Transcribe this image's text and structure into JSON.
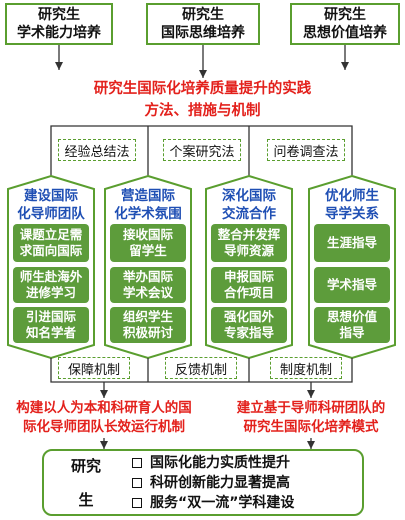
{
  "colors": {
    "green_border": "#5a9e2f",
    "green_fill": "#5d9c3b",
    "title_blue": "#1f4fb4",
    "accent_red": "#e3211c",
    "line": "#333333"
  },
  "goals": [
    {
      "line1": "研究生",
      "line2": "学术能力培养"
    },
    {
      "line1": "研究生",
      "line2": "国际思维培养"
    },
    {
      "line1": "研究生",
      "line2": "思想价值培养"
    }
  ],
  "practice_title": {
    "line1": "研究生国际化培养质量提升的实践",
    "line2": "方法、措施与机制"
  },
  "methods": [
    "经验总结法",
    "个案研究法",
    "问卷调查法"
  ],
  "columns": [
    {
      "title": {
        "line1": "建设国际",
        "line2": "化导师团队"
      },
      "items": [
        {
          "line1": "课题立足需",
          "line2": "求面向国际"
        },
        {
          "line1": "师生赴海外",
          "line2": "进修学习"
        },
        {
          "line1": "引进国际",
          "line2": "知名学者"
        }
      ]
    },
    {
      "title": {
        "line1": "营造国际",
        "line2": "化学术氛围"
      },
      "items": [
        {
          "line1": "接收国际",
          "line2": "留学生"
        },
        {
          "line1": "举办国际",
          "line2": "学术会议"
        },
        {
          "line1": "组织学生",
          "line2": "积极研讨"
        }
      ]
    },
    {
      "title": {
        "line1": "深化国际",
        "line2": "交流合作"
      },
      "items": [
        {
          "line1": "整合并发挥",
          "line2": "导师资源"
        },
        {
          "line1": "申报国际",
          "line2": "合作项目"
        },
        {
          "line1": "强化国外",
          "line2": "专家指导"
        }
      ]
    },
    {
      "title": {
        "line1": "优化师生",
        "line2": "导学关系"
      },
      "items": [
        {
          "line1": "生涯指导"
        },
        {
          "line1": "学术指导"
        },
        {
          "line1": "思想价值",
          "line2": "指导"
        }
      ]
    }
  ],
  "mechanisms": [
    "保障机制",
    "反馈机制",
    "制度机制"
  ],
  "outcome_left": {
    "line1": "构建以人为本和科研育人的国",
    "line2": "际化导师团队长效运行机制"
  },
  "outcome_right": {
    "line1": "建立基于导师科研团队的",
    "line2": "研究生国际化培养模式"
  },
  "result": {
    "label_line1": "研究",
    "label_line2": "生",
    "items": [
      "国际化能力实质性提升",
      "科研创新能力显著提高",
      "服务“双一流”学科建设"
    ]
  }
}
